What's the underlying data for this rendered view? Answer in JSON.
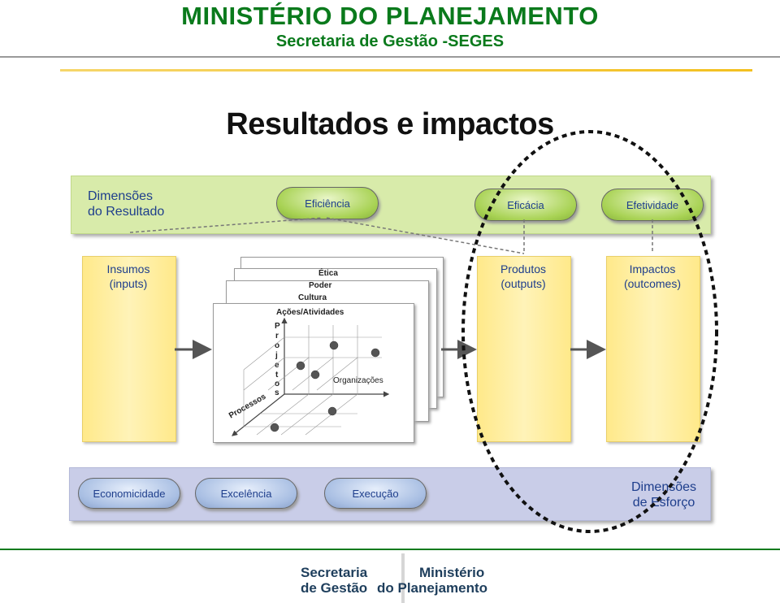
{
  "header": {
    "ministry": "MINISTÉRIO DO PLANEJAMENTO",
    "secretaria": "Secretaria de Gestão -SEGES"
  },
  "slide_title": "Resultados e impactos",
  "result_band": {
    "label_line1": "Dimensões",
    "label_line2": "do Resultado",
    "pills": [
      "Eficiência",
      "Eficácia",
      "Efetividade"
    ]
  },
  "columns": {
    "insumos": [
      "Insumos",
      "(inputs)"
    ],
    "produtos": [
      "Produtos",
      "(outputs)"
    ],
    "impactos": [
      "Impactos",
      "(outcomes)"
    ]
  },
  "process_stack": {
    "layers": [
      "Ética",
      "Poder",
      "Cultura"
    ],
    "front_title": "Ações/Atividades",
    "axis_vertical": "Projetos",
    "axis_vertical_letters": [
      "P",
      "r",
      "o",
      "j",
      "e",
      "t",
      "o",
      "s"
    ],
    "axis_horizontal": "Organizações",
    "axis_diagonal": "Processos"
  },
  "effort_band": {
    "pills": [
      "Economicidade",
      "Excelência",
      "Execução"
    ],
    "label_line1": "Dimensões",
    "label_line2": "de Esforço"
  },
  "footer": {
    "left_line1": "Secretaria",
    "left_line2": "de Gestão",
    "right_line1": "Ministério",
    "right_line2": "do Planejamento"
  },
  "colors": {
    "brand_green": "#0a7a1c",
    "text_blue": "#1e3e8c",
    "result_band": "#d8ebaa",
    "effort_band": "#c9cde8",
    "column_yellow": "#ffe98a"
  }
}
